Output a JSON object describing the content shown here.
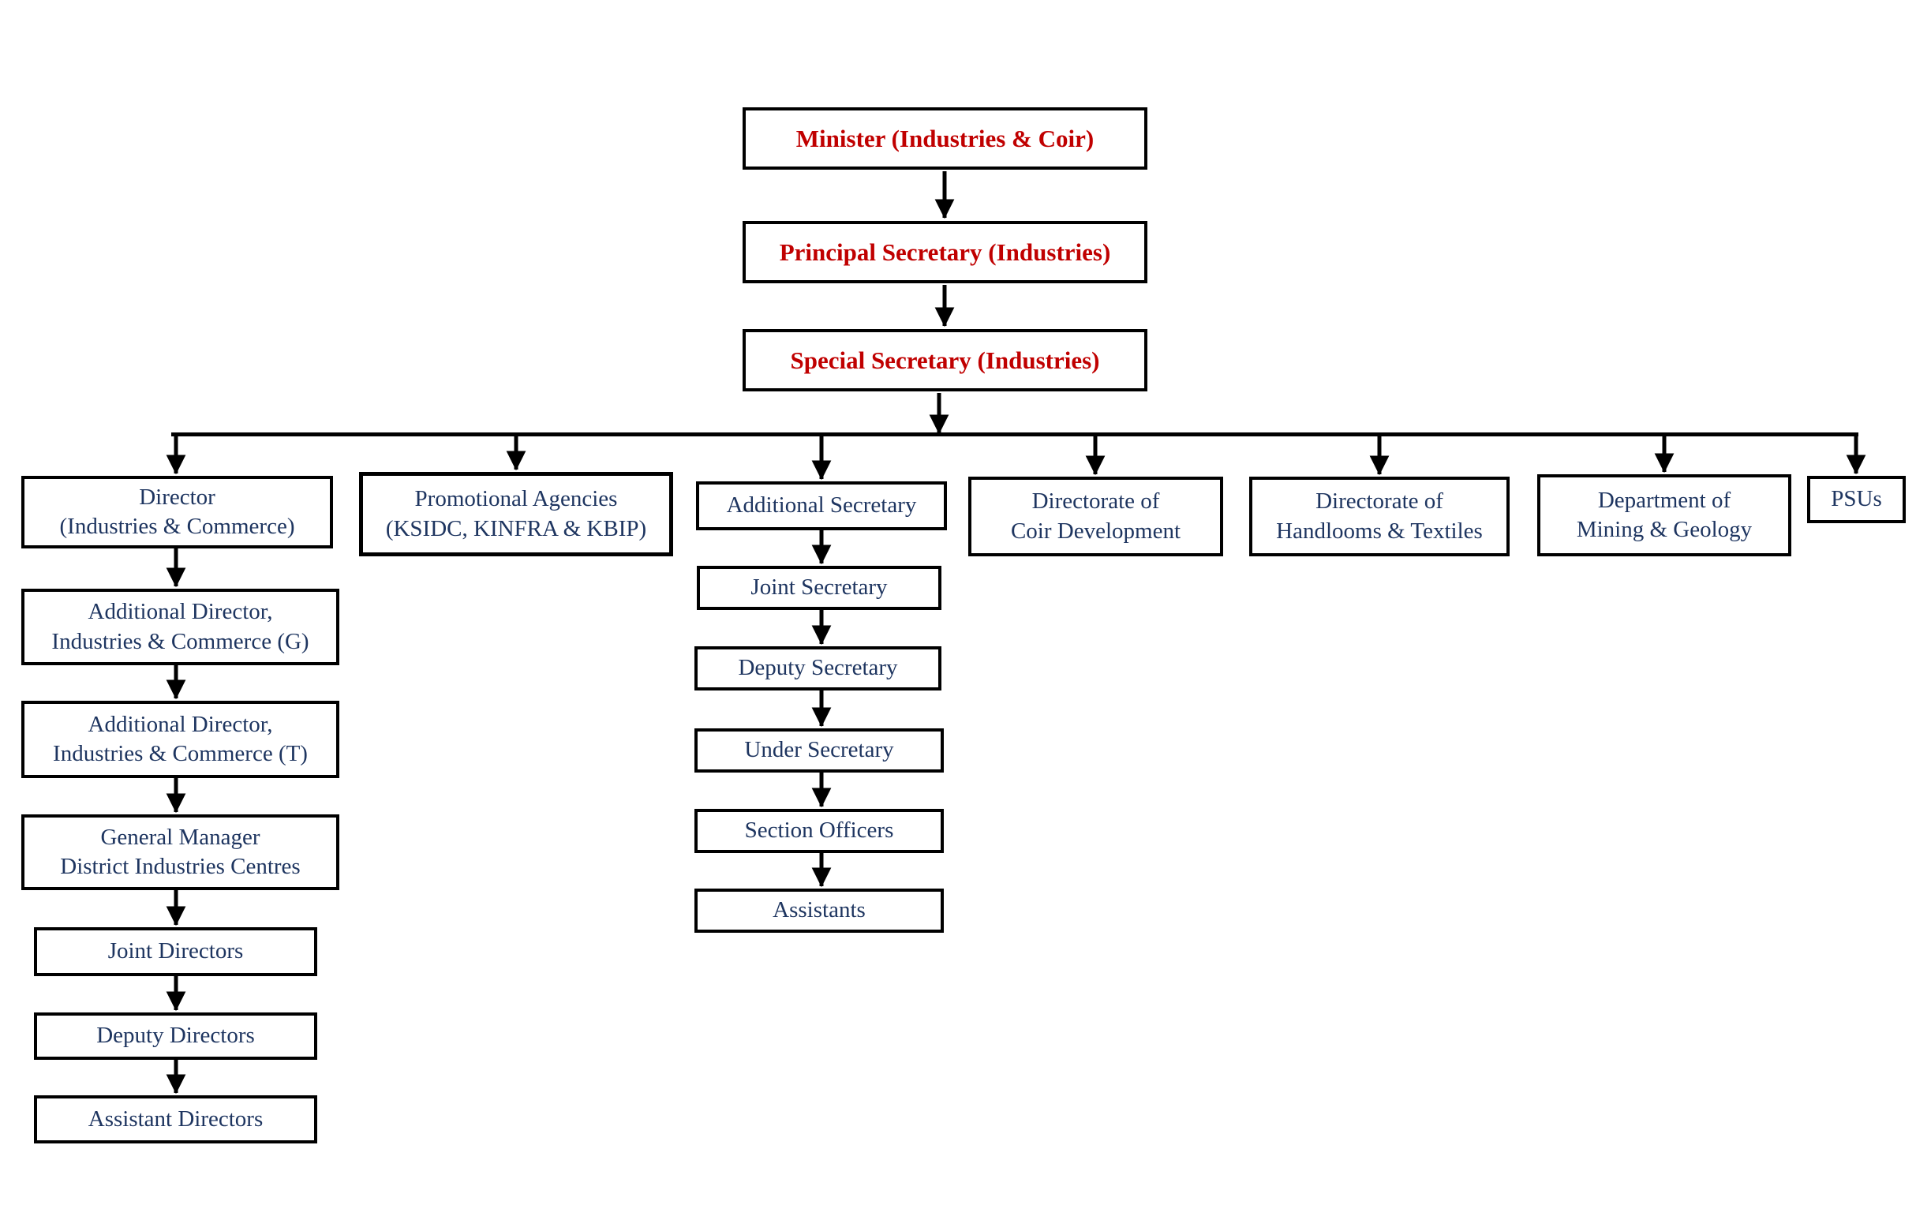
{
  "diagram": {
    "type": "org-chart",
    "nodes": {
      "minister": {
        "lines": [
          "Minister (Industries & Coir)"
        ]
      },
      "principal_secretary": {
        "lines": [
          "Principal Secretary (Industries)"
        ]
      },
      "special_secretary": {
        "lines": [
          "Special Secretary (Industries)"
        ]
      },
      "director": {
        "lines": [
          "Director",
          "(Industries & Commerce)"
        ]
      },
      "promotional": {
        "lines": [
          "Promotional Agencies",
          "(KSIDC, KINFRA & KBIP)"
        ]
      },
      "additional_secretary": {
        "lines": [
          "Additional Secretary"
        ]
      },
      "coir": {
        "lines": [
          "Directorate of",
          "Coir Development"
        ]
      },
      "handlooms": {
        "lines": [
          "Directorate of",
          "Handlooms & Textiles"
        ]
      },
      "mining": {
        "lines": [
          "Department of",
          "Mining & Geology"
        ]
      },
      "psus": {
        "lines": [
          "PSUs"
        ]
      },
      "addl_dir_g": {
        "lines": [
          "Additional Director,",
          "Industries & Commerce (G)"
        ]
      },
      "addl_dir_t": {
        "lines": [
          "Additional Director,",
          "Industries & Commerce (T)"
        ]
      },
      "gm_dic": {
        "lines": [
          "General Manager",
          "District Industries Centres"
        ]
      },
      "joint_directors": {
        "lines": [
          "Joint Directors"
        ]
      },
      "deputy_directors": {
        "lines": [
          "Deputy Directors"
        ]
      },
      "assistant_directors": {
        "lines": [
          "Assistant Directors"
        ]
      },
      "joint_secretary": {
        "lines": [
          "Joint Secretary"
        ]
      },
      "deputy_secretary": {
        "lines": [
          "Deputy Secretary"
        ]
      },
      "under_secretary": {
        "lines": [
          "Under Secretary"
        ]
      },
      "section_officers": {
        "lines": [
          "Section Officers"
        ]
      },
      "assistants": {
        "lines": [
          "Assistants"
        ]
      }
    },
    "edges": [
      [
        "minister",
        "principal_secretary"
      ],
      [
        "principal_secretary",
        "special_secretary"
      ],
      [
        "special_secretary",
        "director"
      ],
      [
        "special_secretary",
        "promotional"
      ],
      [
        "special_secretary",
        "additional_secretary"
      ],
      [
        "special_secretary",
        "coir"
      ],
      [
        "special_secretary",
        "handlooms"
      ],
      [
        "special_secretary",
        "mining"
      ],
      [
        "special_secretary",
        "psus"
      ],
      [
        "director",
        "addl_dir_g"
      ],
      [
        "addl_dir_g",
        "addl_dir_t"
      ],
      [
        "addl_dir_t",
        "gm_dic"
      ],
      [
        "gm_dic",
        "joint_directors"
      ],
      [
        "joint_directors",
        "deputy_directors"
      ],
      [
        "deputy_directors",
        "assistant_directors"
      ],
      [
        "additional_secretary",
        "joint_secretary"
      ],
      [
        "joint_secretary",
        "deputy_secretary"
      ],
      [
        "deputy_secretary",
        "under_secretary"
      ],
      [
        "under_secretary",
        "section_officers"
      ],
      [
        "section_officers",
        "assistants"
      ]
    ],
    "colors": {
      "top_level_text": "#c00000",
      "node_text": "#1e3560",
      "line_and_border": "#000000",
      "background": "#ffffff"
    }
  }
}
